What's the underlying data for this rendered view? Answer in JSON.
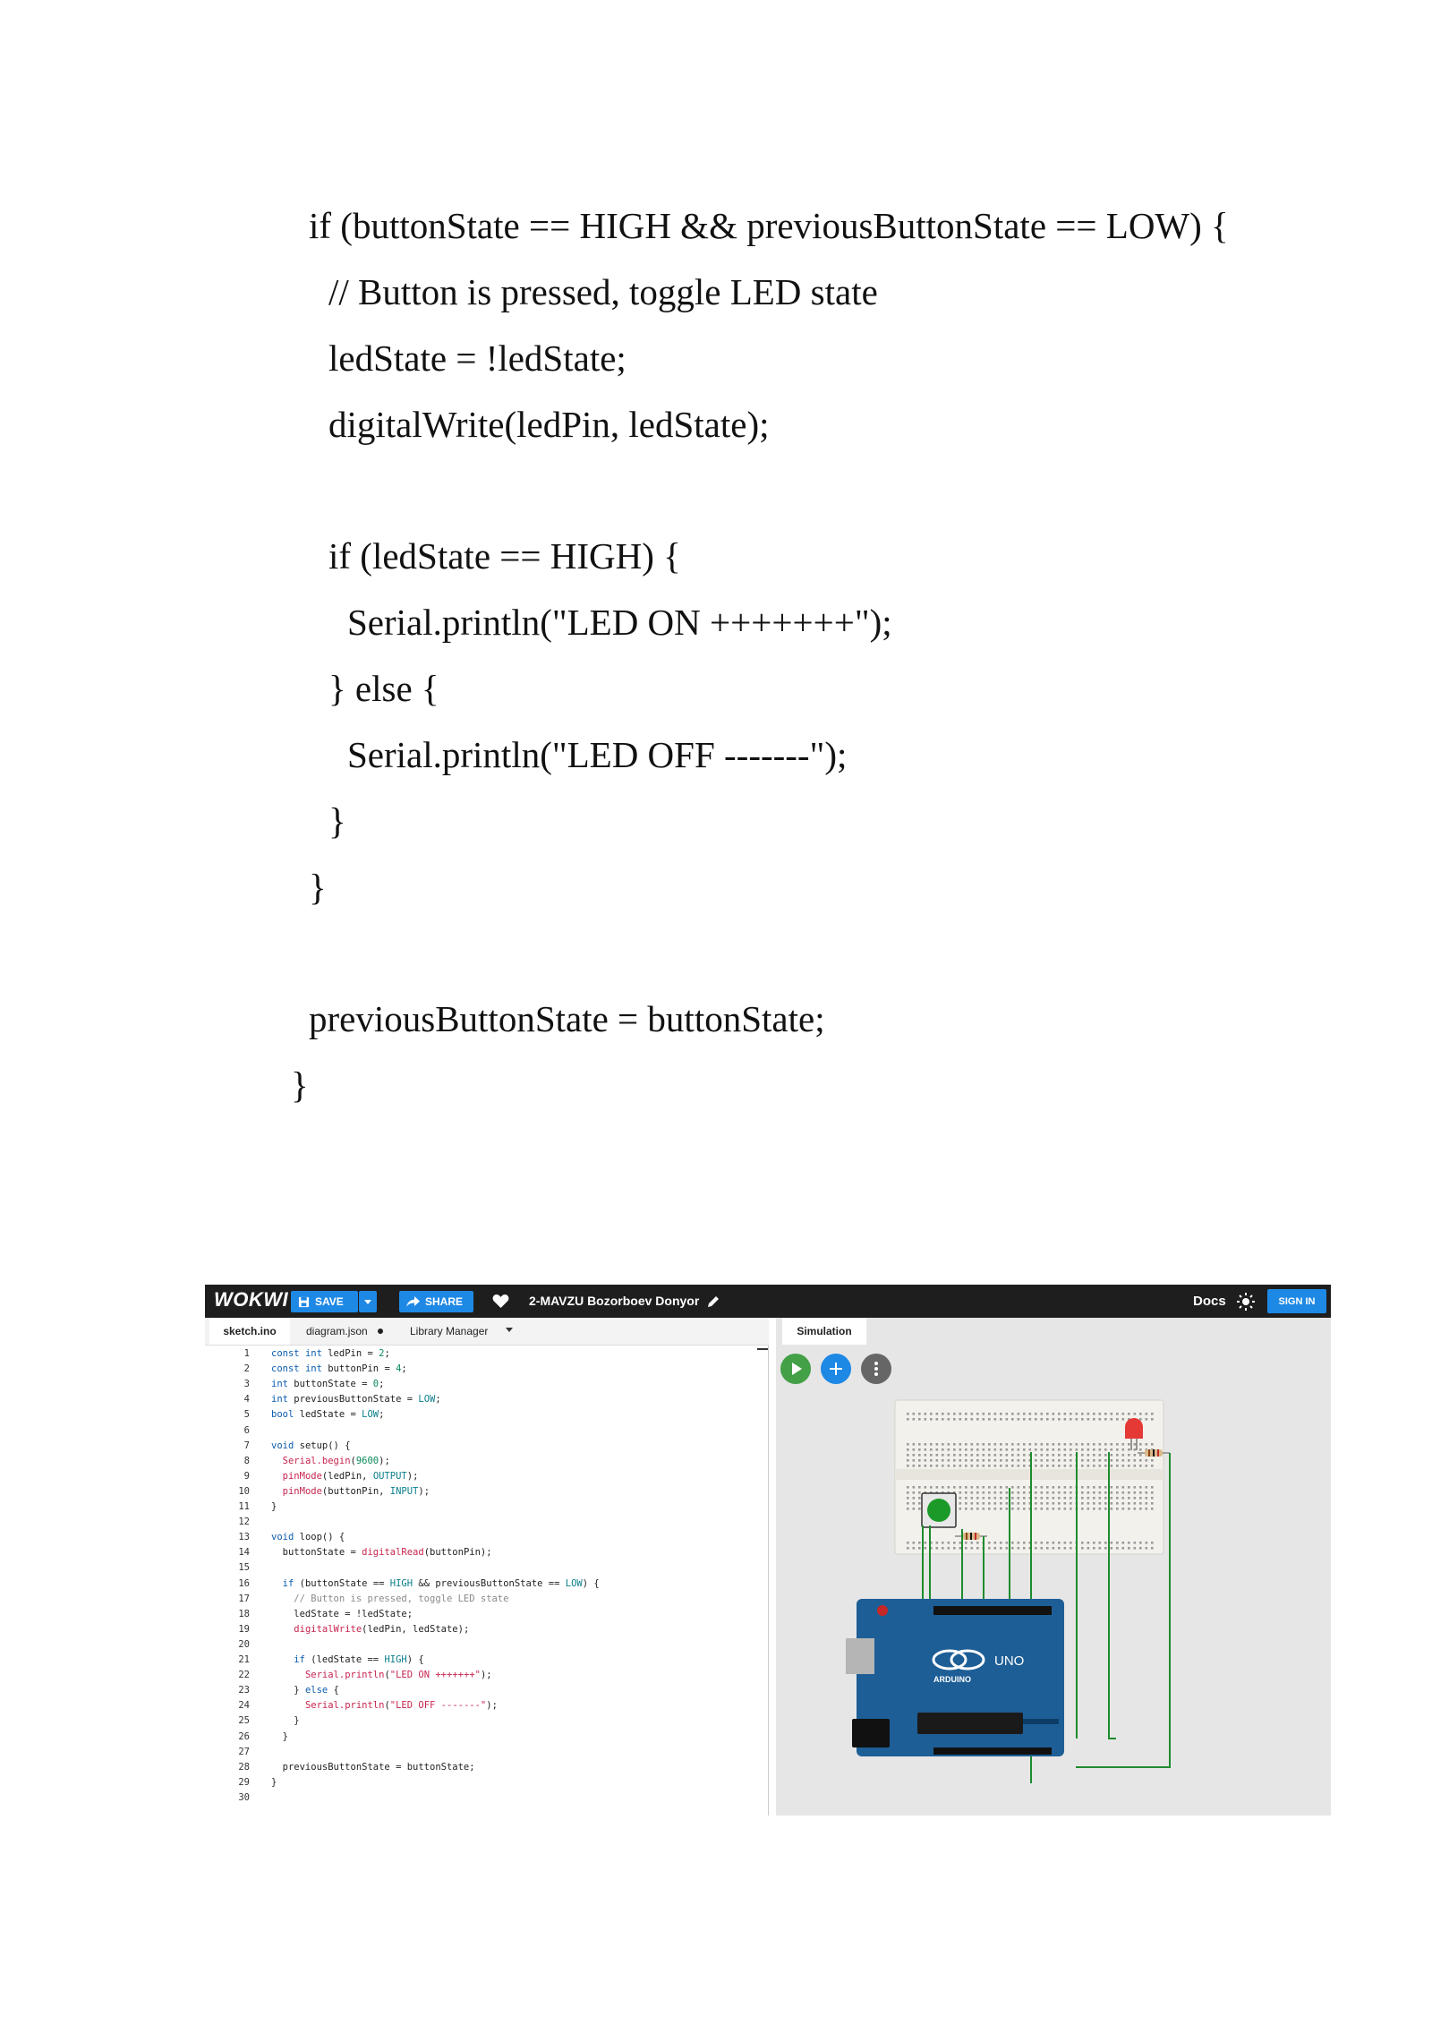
{
  "document": {
    "code_lines": [
      "if (buttonState == HIGH && previousButtonState == LOW) {",
      "// Button is pressed, toggle LED state",
      "ledState = !ledState;",
      "digitalWrite(ledPin, ledState);",
      "if (ledState == HIGH) {",
      "Serial.println(\"LED ON +++++++\");",
      "} else {",
      "Serial.println(\"LED OFF -------\");",
      "}",
      "}",
      "previousButtonState = buttonState;",
      "}"
    ]
  },
  "wokwi": {
    "logo": "WOKWI",
    "save_label": "SAVE",
    "share_label": "SHARE",
    "project_title": "2-MAVZU Bozorboev Donyor",
    "docs_label": "Docs",
    "signin_label": "SIGN IN",
    "tabs": {
      "sketch": "sketch.ino",
      "diagram": "diagram.json",
      "library": "Library Manager"
    },
    "simulation_tab": "Simulation",
    "line_numbers": [
      "1",
      "2",
      "3",
      "4",
      "5",
      "6",
      "7",
      "8",
      "9",
      "10",
      "11",
      "12",
      "13",
      "14",
      "15",
      "16",
      "17",
      "18",
      "19",
      "20",
      "21",
      "22",
      "23",
      "24",
      "25",
      "26",
      "27",
      "28",
      "29",
      "30"
    ],
    "code": [
      "const int ledPin = 2;",
      "const int buttonPin = 4;",
      "int buttonState = 0;",
      "int previousButtonState = LOW;",
      "bool ledState = LOW;",
      "",
      "void setup() {",
      "  Serial.begin(9600);",
      "  pinMode(ledPin, OUTPUT);",
      "  pinMode(buttonPin, INPUT);",
      "}",
      "",
      "void loop() {",
      "  buttonState = digitalRead(buttonPin);",
      "",
      "  if (buttonState == HIGH && previousButtonState == LOW) {",
      "    // Button is pressed, toggle LED state",
      "    ledState = !ledState;",
      "    digitalWrite(ledPin, ledState);",
      "",
      "    if (ledState == HIGH) {",
      "      Serial.println(\"LED ON +++++++\");",
      "    } else {",
      "      Serial.println(\"LED OFF -------\");",
      "    }",
      "  }",
      "",
      "  previousButtonState = buttonState;",
      "}",
      ""
    ],
    "board_label": "UNO",
    "board_brand": "ARDUINO",
    "colors": {
      "topbar": "#1e1e1e",
      "accent": "#1e88e5",
      "play": "#43a047",
      "board": "#1d5e96",
      "wire": "#1e8c2e",
      "led": "#e53935",
      "button": "#1b9a2a"
    }
  }
}
